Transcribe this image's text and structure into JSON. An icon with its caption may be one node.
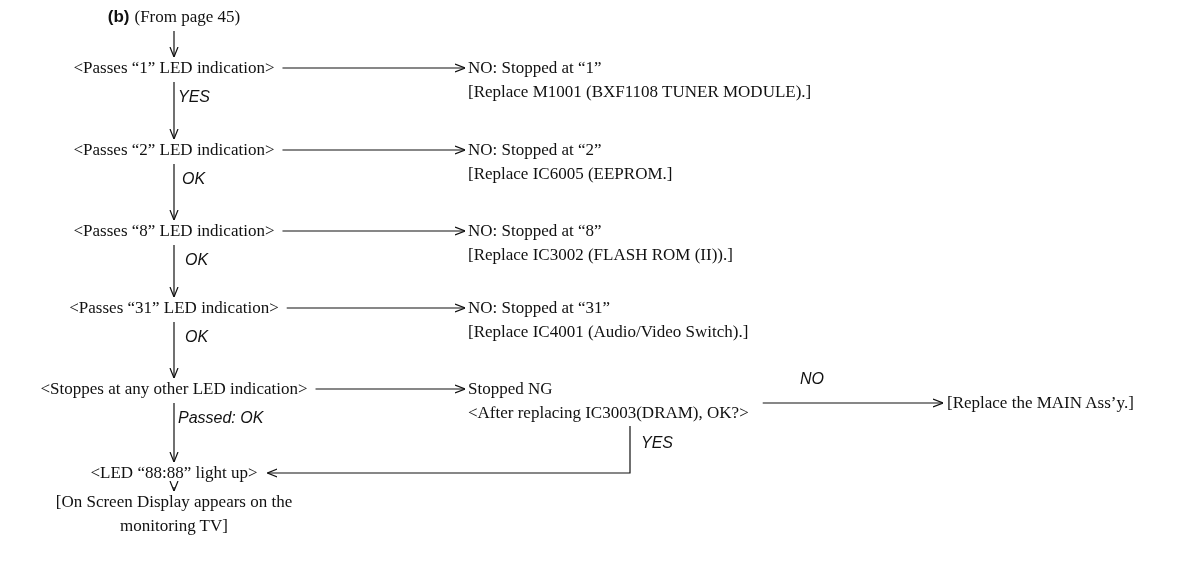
{
  "diagram": {
    "nodes": [
      {
        "text": [
          "(b)",
          "(From page 45)"
        ]
      },
      {
        "text": [
          "<Passes “1” LED indication>"
        ]
      },
      {
        "text": [
          "NO: Stopped at “1”",
          "[Replace M1001 (BXF1108 TUNER MODULE).]"
        ]
      },
      {
        "text": [
          "<Passes “2” LED indication>"
        ]
      },
      {
        "text": [
          "NO: Stopped at “2”",
          "[Replace IC6005 (EEPROM.]"
        ]
      },
      {
        "text": [
          "<Passes “8” LED indication>"
        ]
      },
      {
        "text": [
          "NO: Stopped at “8”",
          "[Replace IC3002 (FLASH ROM (II)).]"
        ]
      },
      {
        "text": [
          "<Passes “31” LED indication>"
        ]
      },
      {
        "text": [
          "NO: Stopped at “31”",
          "[Replace IC4001 (Audio/Video Switch).]"
        ]
      },
      {
        "text": [
          "<Stoppes at any other LED indication>"
        ]
      },
      {
        "text": [
          "Stopped NG",
          "<After replacing IC3003(DRAM), OK?>"
        ]
      },
      {
        "text": [
          "[Replace the MAIN Ass’y.]"
        ]
      },
      {
        "text": [
          "<LED “88:88” light up>"
        ]
      },
      {
        "text": [
          "[On Screen Display appears on the monitoring TV]"
        ]
      }
    ],
    "edges": [
      {
        "from": 0,
        "to": 1,
        "arrow": "to"
      },
      {
        "from": 1,
        "to": 2,
        "arrow": "to"
      },
      {
        "from": 1,
        "to": 3,
        "arrow": "to",
        "label": "YES"
      },
      {
        "from": 3,
        "to": 4,
        "arrow": "to"
      },
      {
        "from": 3,
        "to": 5,
        "arrow": "to",
        "label": "OK"
      },
      {
        "from": 5,
        "to": 6,
        "arrow": "to"
      },
      {
        "from": 5,
        "to": 7,
        "arrow": "to",
        "label": "OK"
      },
      {
        "from": 7,
        "to": 8,
        "arrow": "to"
      },
      {
        "from": 7,
        "to": 9,
        "arrow": "to",
        "label": "OK"
      },
      {
        "from": 9,
        "to": 10,
        "arrow": "to"
      },
      {
        "from": 9,
        "to": 12,
        "arrow": "to",
        "label": "Passed: OK"
      },
      {
        "from": 10,
        "to": 11,
        "arrow": "to",
        "label": "NO"
      },
      {
        "from": 10,
        "to": 12,
        "arrow": "to",
        "label": "YES"
      },
      {
        "from": 12,
        "to": 13,
        "arrow": "to"
      }
    ]
  }
}
